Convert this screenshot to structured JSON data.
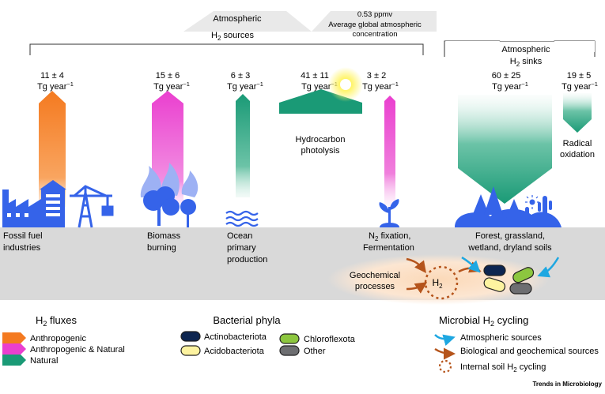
{
  "header": {
    "sources_line1": "Atmospheric",
    "sources_line2": "H",
    "sources_sub": "2",
    "sources_line2_tail": " sources",
    "conc_value": "0.53 ppmv",
    "conc_line1": "Average global atmospheric",
    "conc_line2": "concentration",
    "sinks_line1": "Atmospheric",
    "sinks_line2": "H",
    "sinks_sub": "2",
    "sinks_line2_tail": " sinks"
  },
  "flux_unit_prefix": "Tg year",
  "flux_unit_exp": "−1",
  "fluxes": [
    {
      "id": "fossil",
      "value": "11 ± 4",
      "label1": "Fossil fuel",
      "label2": "industries",
      "label3": "",
      "category": "anthropogenic"
    },
    {
      "id": "biomass",
      "value": "15 ± 6",
      "label1": "Biomass",
      "label2": "burning",
      "label3": "",
      "category": "anthropogenic-natural"
    },
    {
      "id": "ocean",
      "value": "6 ± 3",
      "label1": "Ocean",
      "label2": "primary",
      "label3": "production",
      "category": "natural"
    },
    {
      "id": "hydrocarbon",
      "value": "41 ± 11",
      "label1": "Hydrocarbon",
      "label2": "photolysis",
      "label3": "",
      "category": "natural"
    },
    {
      "id": "n2fix",
      "value": "3 ± 2",
      "label1_pre": "N",
      "label1_sub": "2",
      "label1_post": " fixation,",
      "label2": "Fermentation",
      "category": "anthropogenic-natural"
    },
    {
      "id": "soils",
      "value": "60 ± 25",
      "label1": "Forest, grassland,",
      "label2": "wetland, dryland soils",
      "category": "natural",
      "direction": "sink"
    },
    {
      "id": "radical",
      "value": "19 ± 5",
      "label1": "Radical",
      "label2": "oxidation",
      "category": "natural",
      "direction": "sink"
    }
  ],
  "soil": {
    "geochemical_line1": "Geochemical",
    "geochemical_line2": "processes",
    "h2": "H",
    "h2_sub": "2"
  },
  "legend": {
    "fluxes_title_pre": "H",
    "fluxes_title_sub": "2",
    "fluxes_title_post": " fluxes",
    "flux_items": [
      {
        "label": "Anthropogenic",
        "color": "#f47a20"
      },
      {
        "label": "Anthropogenic & Natural",
        "color": "#ea3fcf"
      },
      {
        "label": "Natural",
        "color": "#1a9a76"
      }
    ],
    "phyla_title": "Bacterial phyla",
    "phyla": [
      {
        "label": "Actinobacteriota",
        "color": "#0d2550"
      },
      {
        "label": "Chloroflexota",
        "color": "#8cc63f"
      },
      {
        "label": "Acidobacteriota",
        "color": "#fdf3a0"
      },
      {
        "label": "Other",
        "color": "#6d6e71"
      }
    ],
    "cycling_title_pre": "Microbial H",
    "cycling_title_sub": "2",
    "cycling_title_post": " cycling",
    "cycling_items": [
      {
        "label": "Atmospheric sources",
        "color": "#1ea7e1"
      },
      {
        "label": "Biological and geochemical sources",
        "color": "#b5541b"
      },
      {
        "label_pre": "Internal soil H",
        "label_sub": "2",
        "label_post": " cycling",
        "color": "#b5541b"
      }
    ]
  },
  "credit": "Trends in Microbiology",
  "colors": {
    "anthropogenic": "#f47a20",
    "mixed": "#ea3fcf",
    "natural": "#1a9a76",
    "icon_blue": "#3563e9",
    "ground": "#d9d9d9"
  }
}
